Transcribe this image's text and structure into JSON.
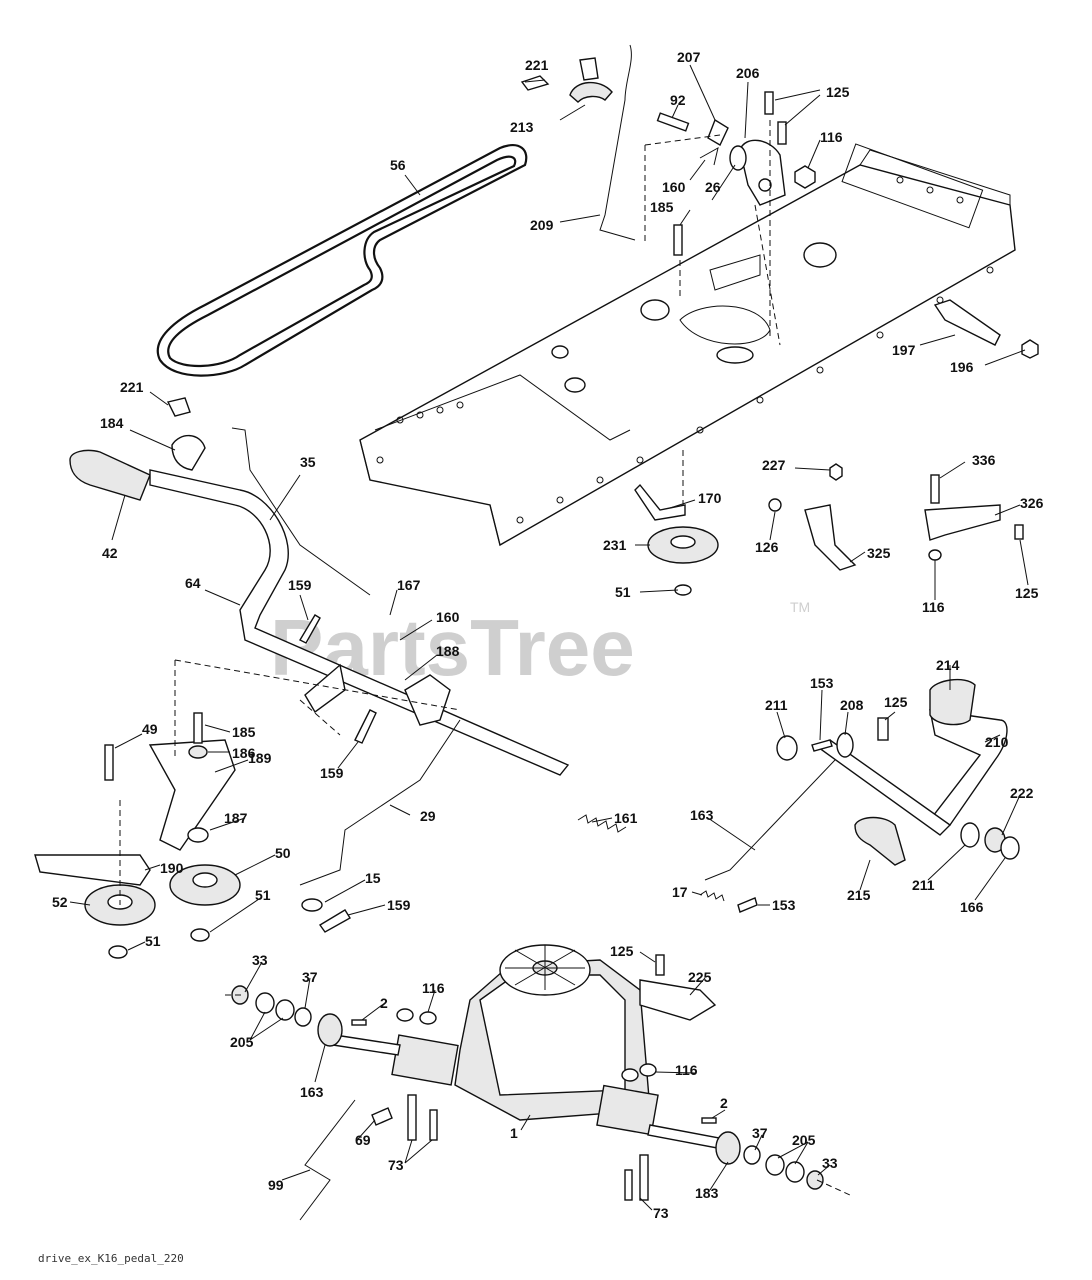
{
  "watermark": "PartsTree",
  "trademark": "TM",
  "footer_code": "drive_ex_K16_pedal_220",
  "callouts": [
    {
      "id": "c221a",
      "text": "221"
    },
    {
      "id": "c213",
      "text": "213"
    },
    {
      "id": "c56",
      "text": "56"
    },
    {
      "id": "c207",
      "text": "207"
    },
    {
      "id": "c92",
      "text": "92"
    },
    {
      "id": "c206",
      "text": "206"
    },
    {
      "id": "c125a",
      "text": "125"
    },
    {
      "id": "c116a",
      "text": "116"
    },
    {
      "id": "c160a",
      "text": "160"
    },
    {
      "id": "c26",
      "text": "26"
    },
    {
      "id": "c185a",
      "text": "185"
    },
    {
      "id": "c209",
      "text": "209"
    },
    {
      "id": "c197",
      "text": "197"
    },
    {
      "id": "c196",
      "text": "196"
    },
    {
      "id": "c221b",
      "text": "221"
    },
    {
      "id": "c184",
      "text": "184"
    },
    {
      "id": "c35",
      "text": "35"
    },
    {
      "id": "c42",
      "text": "42"
    },
    {
      "id": "c227",
      "text": "227"
    },
    {
      "id": "c336",
      "text": "336"
    },
    {
      "id": "c170",
      "text": "170"
    },
    {
      "id": "c326",
      "text": "326"
    },
    {
      "id": "c126",
      "text": "126"
    },
    {
      "id": "c231",
      "text": "231"
    },
    {
      "id": "c325",
      "text": "325"
    },
    {
      "id": "c51a",
      "text": "51"
    },
    {
      "id": "c116b",
      "text": "116"
    },
    {
      "id": "c125b",
      "text": "125"
    },
    {
      "id": "c64",
      "text": "64"
    },
    {
      "id": "c159a",
      "text": "159"
    },
    {
      "id": "c167",
      "text": "167"
    },
    {
      "id": "c160b",
      "text": "160"
    },
    {
      "id": "c188",
      "text": "188"
    },
    {
      "id": "c214",
      "text": "214"
    },
    {
      "id": "c153a",
      "text": "153"
    },
    {
      "id": "c211a",
      "text": "211"
    },
    {
      "id": "c208",
      "text": "208"
    },
    {
      "id": "c125c",
      "text": "125"
    },
    {
      "id": "c210",
      "text": "210"
    },
    {
      "id": "c49",
      "text": "49"
    },
    {
      "id": "c185b",
      "text": "185"
    },
    {
      "id": "c186",
      "text": "186"
    },
    {
      "id": "c159b",
      "text": "159"
    },
    {
      "id": "c189",
      "text": "189"
    },
    {
      "id": "c187",
      "text": "187"
    },
    {
      "id": "c29",
      "text": "29"
    },
    {
      "id": "c161",
      "text": "161"
    },
    {
      "id": "c163a",
      "text": "163"
    },
    {
      "id": "c222",
      "text": "222"
    },
    {
      "id": "c50",
      "text": "50"
    },
    {
      "id": "c190",
      "text": "190"
    },
    {
      "id": "c51b",
      "text": "51"
    },
    {
      "id": "c15",
      "text": "15"
    },
    {
      "id": "c52",
      "text": "52"
    },
    {
      "id": "c159c",
      "text": "159"
    },
    {
      "id": "c51c",
      "text": "51"
    },
    {
      "id": "c17",
      "text": "17"
    },
    {
      "id": "c153b",
      "text": "153"
    },
    {
      "id": "c215",
      "text": "215"
    },
    {
      "id": "c211b",
      "text": "211"
    },
    {
      "id": "c166",
      "text": "166"
    },
    {
      "id": "c33a",
      "text": "33"
    },
    {
      "id": "c125d",
      "text": "125"
    },
    {
      "id": "c225",
      "text": "225"
    },
    {
      "id": "c37a",
      "text": "37"
    },
    {
      "id": "c116c",
      "text": "116"
    },
    {
      "id": "c2a",
      "text": "2"
    },
    {
      "id": "c205a",
      "text": "205"
    },
    {
      "id": "c163b",
      "text": "163"
    },
    {
      "id": "c116d",
      "text": "116"
    },
    {
      "id": "c2b",
      "text": "2"
    },
    {
      "id": "c1",
      "text": "1"
    },
    {
      "id": "c69",
      "text": "69"
    },
    {
      "id": "c37b",
      "text": "37"
    },
    {
      "id": "c205b",
      "text": "205"
    },
    {
      "id": "c73a",
      "text": "73"
    },
    {
      "id": "c33b",
      "text": "33"
    },
    {
      "id": "c99",
      "text": "99"
    },
    {
      "id": "c183",
      "text": "183"
    },
    {
      "id": "c73b",
      "text": "73"
    }
  ]
}
